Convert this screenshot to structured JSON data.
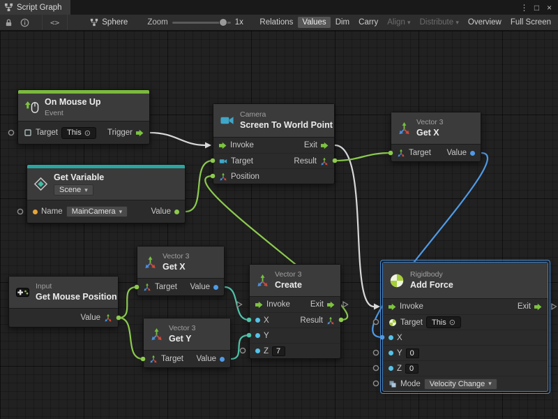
{
  "window": {
    "tab_title": "Script Graph"
  },
  "icons": {
    "this_symbol": "⊙",
    "dropdown_arrow": "▾",
    "kebab_menu": "⋮",
    "maximize": "□",
    "close": "×",
    "code_toggle": "<>"
  },
  "toolbar": {
    "graph_object": "Sphere",
    "zoom_label": "Zoom",
    "zoom_value": "1x",
    "buttons": [
      {
        "label": "Relations",
        "state": "normal"
      },
      {
        "label": "Values",
        "state": "active"
      },
      {
        "label": "Dim",
        "state": "normal"
      },
      {
        "label": "Carry",
        "state": "normal"
      },
      {
        "label": "Align",
        "state": "disabled",
        "has_dropdown": true
      },
      {
        "label": "Distribute",
        "state": "disabled",
        "has_dropdown": true
      },
      {
        "label": "Overview",
        "state": "normal"
      },
      {
        "label": "Full Screen",
        "state": "normal"
      }
    ]
  },
  "nodes": {
    "on_mouse_up": {
      "title": "On Mouse Up",
      "subtitle": "Event",
      "target_label": "Target",
      "target_value": "This",
      "trigger_label": "Trigger"
    },
    "get_variable": {
      "title": "Get Variable",
      "scope": "Scene",
      "name_label": "Name",
      "name_value": "MainCamera",
      "value_label": "Value"
    },
    "screen_to_world_point": {
      "category": "Camera",
      "title": "Screen To World Point",
      "invoke_label": "Invoke",
      "exit_label": "Exit",
      "target_label": "Target",
      "result_label": "Result",
      "position_label": "Position"
    },
    "get_x_top": {
      "category": "Vector 3",
      "title": "Get X",
      "target_label": "Target",
      "value_label": "Value"
    },
    "get_mouse_position": {
      "category": "Input",
      "title": "Get Mouse Position",
      "value_label": "Value"
    },
    "get_x_mid": {
      "category": "Vector 3",
      "title": "Get X",
      "target_label": "Target",
      "value_label": "Value"
    },
    "get_y": {
      "category": "Vector 3",
      "title": "Get Y",
      "target_label": "Target",
      "value_label": "Value"
    },
    "create": {
      "category": "Vector 3",
      "title": "Create",
      "invoke_label": "Invoke",
      "exit_label": "Exit",
      "x_label": "X",
      "y_label": "Y",
      "z_label": "Z",
      "z_value": "7",
      "result_label": "Result"
    },
    "add_force": {
      "category": "Rigidbody",
      "title": "Add Force",
      "invoke_label": "Invoke",
      "exit_label": "Exit",
      "target_label": "Target",
      "target_value": "This",
      "x_label": "X",
      "y_label": "Y",
      "y_value": "0",
      "z_label": "Z",
      "z_value": "0",
      "mode_label": "Mode",
      "mode_value": "Velocity Change"
    }
  },
  "wires": [
    {
      "from": "On Mouse Up.Trigger",
      "to": "Screen To World Point.Invoke",
      "type": "flow"
    },
    {
      "from": "Screen To World Point.Exit",
      "to": "Add Force.Invoke",
      "type": "flow"
    },
    {
      "from": "Get Variable.Value",
      "to": "Screen To World Point.Target",
      "type": "value"
    },
    {
      "from": "Screen To World Point.Result",
      "to": "Get X (top).Target",
      "type": "value"
    },
    {
      "from": "Create.Result",
      "to": "Screen To World Point.Position",
      "type": "value"
    },
    {
      "from": "Get X (top).Value",
      "to": "Add Force.X",
      "type": "value"
    },
    {
      "from": "Get Mouse Position.Value",
      "to": "Get X (mid).Target",
      "type": "value"
    },
    {
      "from": "Get Mouse Position.Value",
      "to": "Get Y.Target",
      "type": "value"
    },
    {
      "from": "Get X (mid).Value",
      "to": "Create.X",
      "type": "value"
    },
    {
      "from": "Get Y.Value",
      "to": "Create.Y",
      "type": "value"
    }
  ],
  "colors": {
    "event_accent": "#7CB93E",
    "variable_accent": "#2BA5A0",
    "selection": "#4A90D9",
    "wire_green": "#8CCB4E",
    "wire_teal": "#4FC3A8",
    "wire_blue": "#4F9BE8",
    "wire_flow": "#D8D8D8"
  }
}
